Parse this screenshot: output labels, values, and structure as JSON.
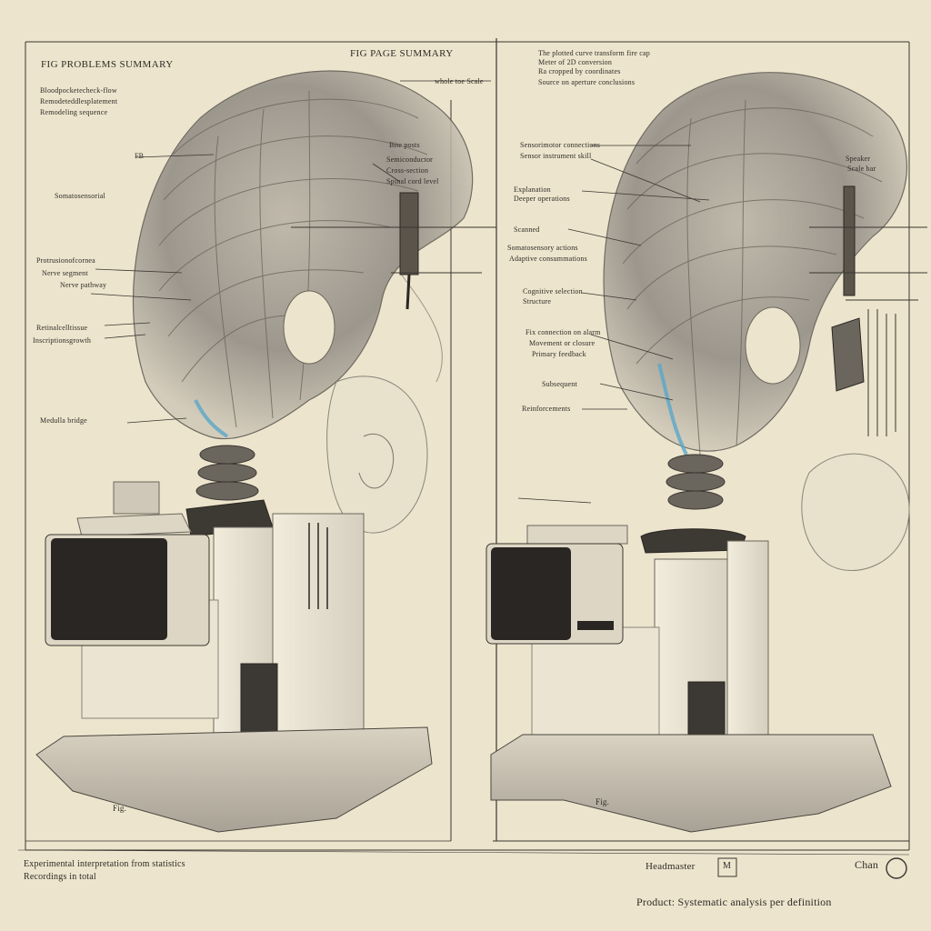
{
  "left_panel": {
    "header": "FIG PROBLEMS SUMMARY",
    "title_right": "FIG PAGE SUMMARY",
    "title_right_sub": "whole toe Scale",
    "labels": [
      "Bloodpocketecheck-flow",
      "Remodeteddlesplatement",
      "Remodeling sequence",
      "FB",
      "Somatosensorial",
      "Bite posts",
      "Semiconductor",
      "Cross-section",
      "Spinal cord level",
      "Protrusionofcornea",
      "Nerve segment",
      "Nerve pathway",
      "Retinalcelltissue",
      "Inscriptionsgrowth",
      "Medulla bridge"
    ],
    "fig_label": "Fig."
  },
  "right_panel": {
    "header_lines": [
      "The plotted curve transform fire cap",
      "Meter of 2D conversion",
      "Ra cropped by coordinates",
      "Source on aperture conclusions"
    ],
    "labels": [
      "Sensorimotor connections",
      "Sensor instrument skill",
      "Explanation",
      "Deeper operations",
      "Scanned",
      "Somatosensory actions",
      "Adaptive consummations",
      "Cognitive selection",
      "Structure",
      "Fix connection on alarm",
      "Movement or closure",
      "Primary feedback",
      "Subsequent",
      "Reinforcements",
      "Speaker",
      "Scale bar"
    ],
    "fig_label": "Fig."
  },
  "footer": {
    "left_line1": "Experimental interpretation from statistics",
    "left_line2": "Recordings in total",
    "center": "Headmaster",
    "stamp": "M",
    "right": "Chan",
    "bottom": "Product: Systematic analysis per definition"
  },
  "colors": {
    "paper": "#ece4cc",
    "ink": "#2b2925",
    "accent_blue": "#5aa6c8",
    "device_dark": "#2a2623"
  }
}
